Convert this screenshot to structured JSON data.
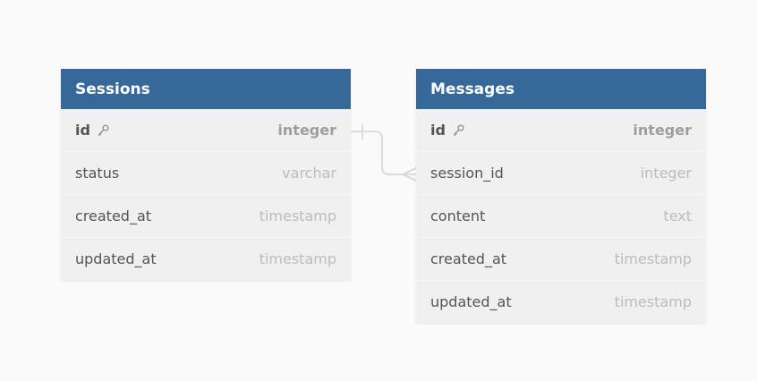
{
  "diagram": {
    "background_color": "#fafafa",
    "table_header_color": "#36689a",
    "row_background_color": "#f0f0f0",
    "relationship_line_color": "#d8d8d8",
    "tables": [
      {
        "name": "Sessions",
        "columns": [
          {
            "name": "id",
            "type": "integer",
            "primary_key": true
          },
          {
            "name": "status",
            "type": "varchar",
            "primary_key": false
          },
          {
            "name": "created_at",
            "type": "timestamp",
            "primary_key": false
          },
          {
            "name": "updated_at",
            "type": "timestamp",
            "primary_key": false
          }
        ]
      },
      {
        "name": "Messages",
        "columns": [
          {
            "name": "id",
            "type": "integer",
            "primary_key": true
          },
          {
            "name": "session_id",
            "type": "integer",
            "primary_key": false
          },
          {
            "name": "content",
            "type": "text",
            "primary_key": false
          },
          {
            "name": "created_at",
            "type": "timestamp",
            "primary_key": false
          },
          {
            "name": "updated_at",
            "type": "timestamp",
            "primary_key": false
          }
        ]
      }
    ],
    "relationship": {
      "from_table": "Sessions",
      "from_column": "id",
      "from_cardinality": "one",
      "to_table": "Messages",
      "to_column": "session_id",
      "to_cardinality": "many"
    }
  }
}
